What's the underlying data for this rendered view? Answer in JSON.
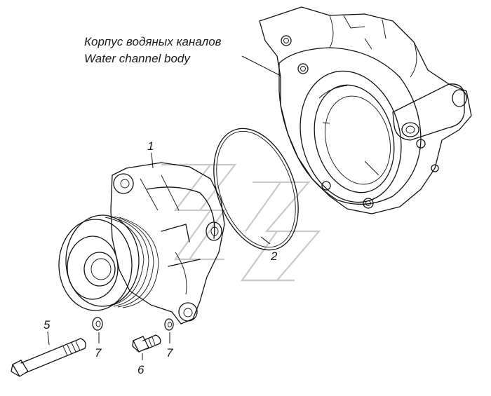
{
  "callout_body": {
    "label_ru": "Корпус водяных каналов",
    "label_en": "Water channel body"
  },
  "part_numbers": {
    "pump": "1",
    "o_ring": "2",
    "long_bolt": "5",
    "short_bolt": "6",
    "washer_left": "7",
    "washer_right": "7"
  }
}
